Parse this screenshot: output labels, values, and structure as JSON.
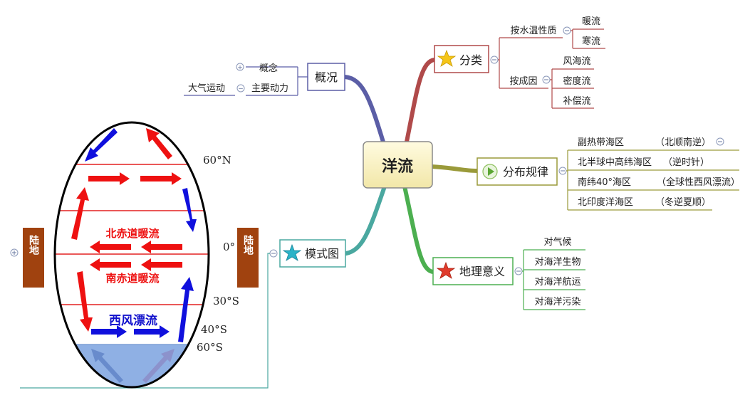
{
  "central": {
    "label": "洋流"
  },
  "overview": {
    "label": "概况",
    "items": [
      {
        "label": "概念",
        "expand": "+"
      },
      {
        "label": "主要动力",
        "expand": "−",
        "child": "大气运动"
      }
    ]
  },
  "classification": {
    "label": "分类",
    "groups": [
      {
        "label": "按水温性质",
        "children": [
          "暖流",
          "寒流"
        ]
      },
      {
        "label": "按成因",
        "children": [
          "风海流",
          "密度流",
          "补偿流"
        ]
      }
    ]
  },
  "distribution": {
    "label": "分布规律",
    "items": [
      {
        "region": "副热带海区",
        "rule": "（北顺南逆）"
      },
      {
        "region": "北半球中高纬海区",
        "rule": "（逆时针）"
      },
      {
        "region": "南纬40°海区",
        "rule": "（全球性西风漂流）"
      },
      {
        "region": "北印度洋海区",
        "rule": "（冬逆夏顺）"
      }
    ]
  },
  "significance": {
    "label": "地理意义",
    "items": [
      "对气候",
      "对海洋生物",
      "对海洋航运",
      "对海洋污染"
    ]
  },
  "model": {
    "label": "模式图",
    "land_label": "陆地",
    "north_current": "北赤道暖流",
    "south_current": "南赤道暖流",
    "westerly_drift": "西风漂流",
    "latitudes": [
      "60°N",
      "0°",
      "30°S",
      "40°S",
      "60°S"
    ]
  },
  "colors": {
    "overview_branch": "#5b5ea6",
    "classification_branch": "#b04a4a",
    "distribution_branch": "#9a9a3a",
    "significance_branch": "#4caf50",
    "model_branch": "#4aa8a0",
    "warm_current": "#ee1111",
    "cold_current": "#1010dd",
    "land": "#a0420f",
    "central_fill": "#fbf4c8"
  }
}
